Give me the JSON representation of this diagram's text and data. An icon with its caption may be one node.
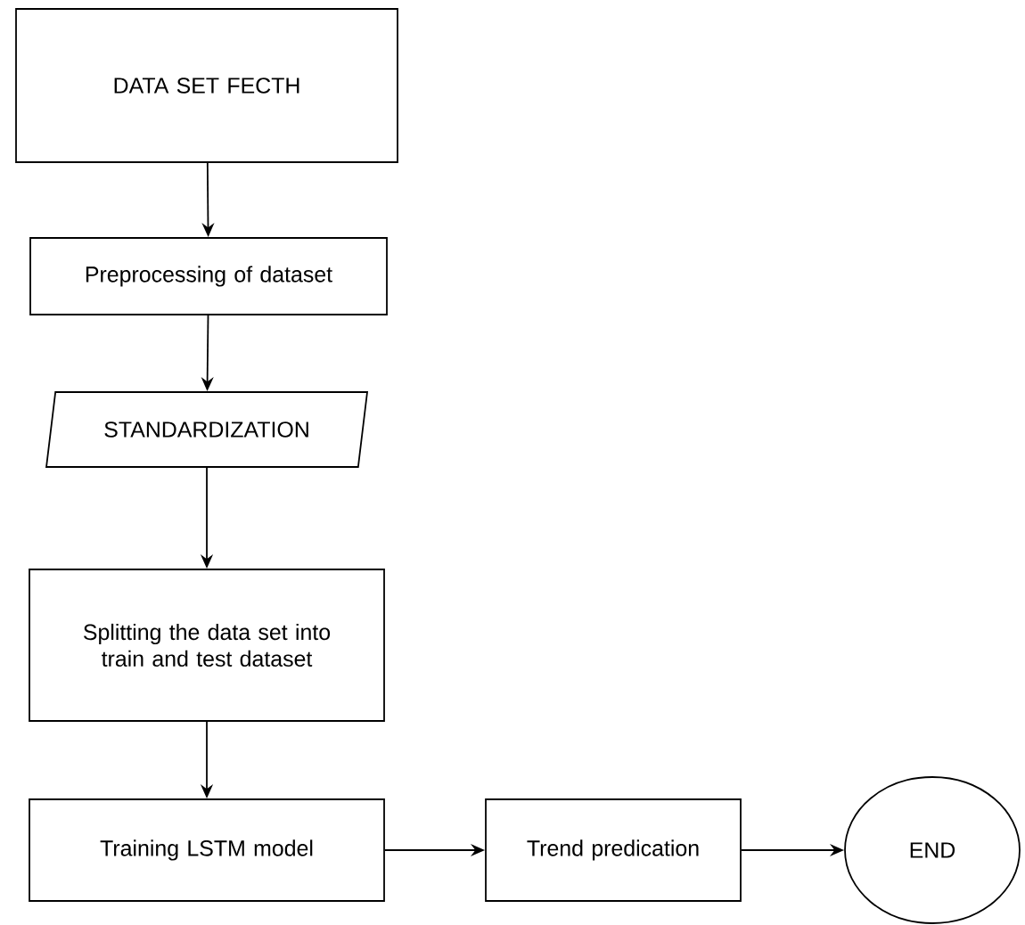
{
  "diagram": {
    "nodes": [
      {
        "text": [
          "DATA SET FECTH"
        ]
      },
      {
        "text": [
          "Preprocessing of dataset"
        ]
      },
      {
        "text": [
          "STANDARDIZATION"
        ]
      },
      {
        "text": [
          "Splitting the data set into train and test dataset"
        ]
      },
      {
        "text": [
          "Training LSTM model"
        ]
      },
      {
        "text": [
          "Trend predication"
        ]
      },
      {
        "text": [
          "END"
        ]
      }
    ],
    "edges": [
      {
        "from": 0,
        "to": 1,
        "arrow": "to"
      },
      {
        "from": 1,
        "to": 2,
        "arrow": "to"
      },
      {
        "from": 2,
        "to": 3,
        "arrow": "to"
      },
      {
        "from": 3,
        "to": 4,
        "arrow": "to"
      },
      {
        "from": 4,
        "to": 5,
        "arrow": "to"
      },
      {
        "from": 5,
        "to": 6,
        "arrow": "to"
      }
    ]
  }
}
